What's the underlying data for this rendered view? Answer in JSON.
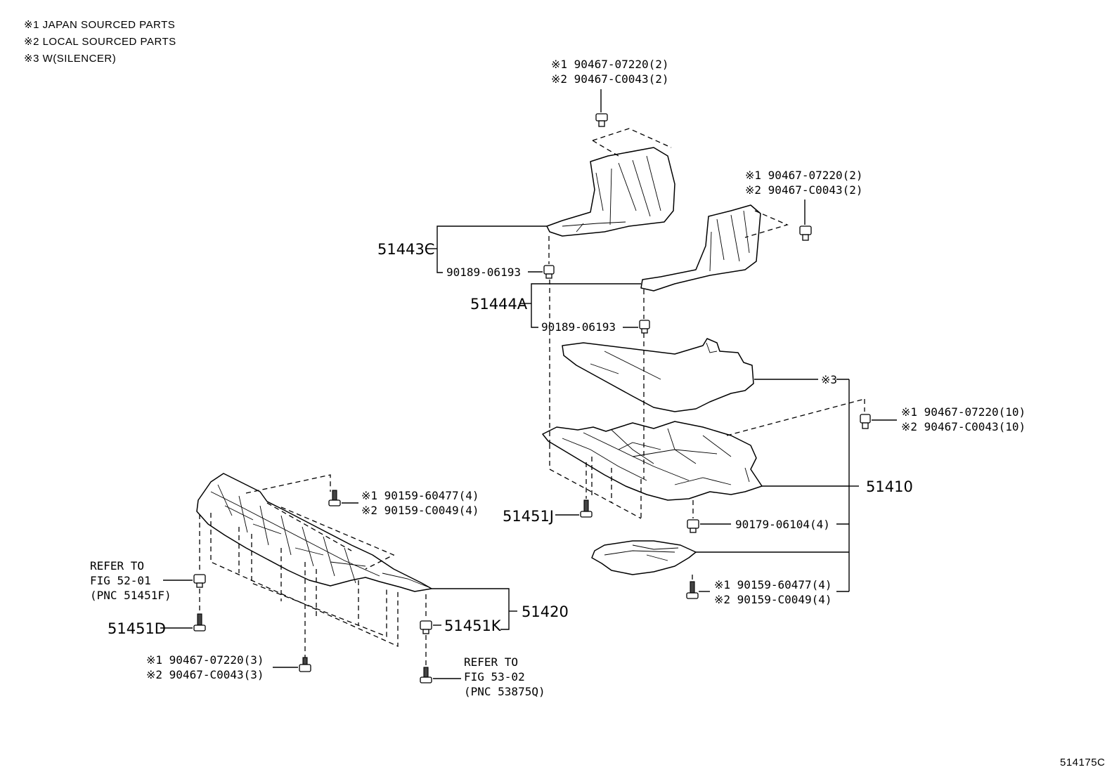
{
  "legend": {
    "note1": "※1 JAPAN SOURCED PARTS",
    "note2": "※2 LOCAL SOURCED PARTS",
    "note3": "※3 W(SILENCER)"
  },
  "callouts": {
    "top_bolt_j": "※1 90467-07220(2)",
    "top_bolt_l": "※2 90467-C0043(2)",
    "right_bolt_j": "※1 90467-07220(2)",
    "right_bolt_l": "※2 90467-C0043(2)",
    "p51443c": "51443C",
    "clip1": "90189-06193",
    "p51444a": "51444A",
    "clip2": "90189-06193",
    "silencer": "※3",
    "main_bolt_j": "※1 90467-07220(10)",
    "main_bolt_l": "※2 90467-C0043(10)",
    "p51410": "51410",
    "p51451j": "51451J",
    "clip3": "90179-06104(4)",
    "front_screw_j": "※1 90159-60477(4)",
    "front_screw_l": "※2 90159-C0049(4)",
    "lower_screw_j": "※1 90159-60477(4)",
    "lower_screw_l": "※2 90159-C0049(4)",
    "refer1_a": "REFER TO",
    "refer1_b": "FIG 52-01",
    "refer1_c": "(PNC 51451F)",
    "p51451d": "51451D",
    "p51420": "51420",
    "p51451k": "51451K",
    "bottom_bolt_j": "※1 90467-07220(3)",
    "bottom_bolt_l": "※2 90467-C0043(3)",
    "refer2_a": "REFER TO",
    "refer2_b": "FIG 53-02",
    "refer2_c": "(PNC 53875Q)",
    "figure_id": "514175C"
  }
}
